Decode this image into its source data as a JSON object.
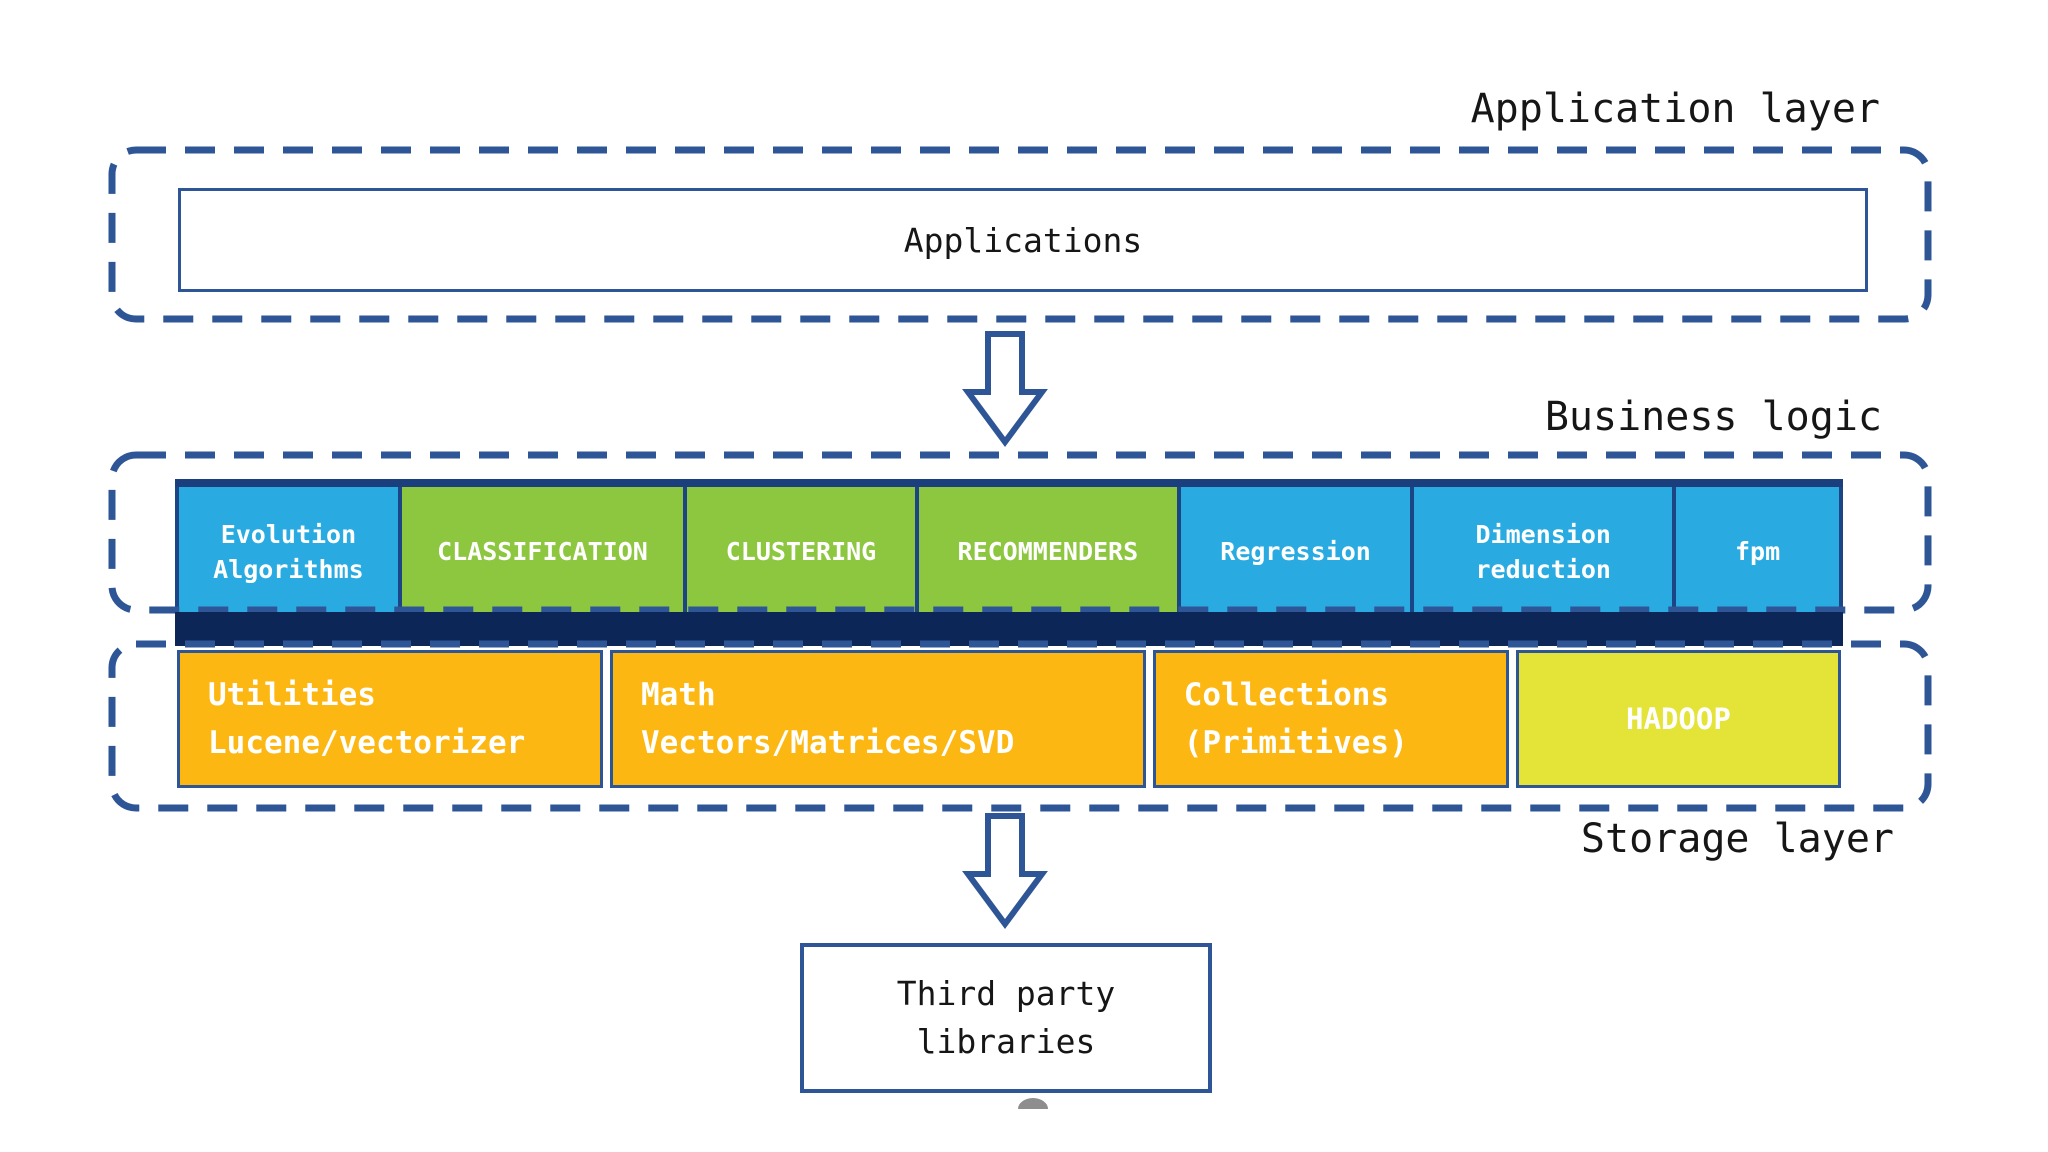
{
  "labels": {
    "application_layer": "Application layer",
    "business_logic": "Business logic",
    "storage_layer": "Storage layer"
  },
  "application": {
    "box_label": "Applications"
  },
  "business": {
    "boxes": [
      {
        "label": "Evolution Algorithms",
        "color": "#29ABE2"
      },
      {
        "label": "CLASSIFICATION",
        "color": "#8DC63F"
      },
      {
        "label": "CLUSTERING",
        "color": "#8DC63F"
      },
      {
        "label": "RECOMMENDERS",
        "color": "#8DC63F"
      },
      {
        "label": "Regression",
        "color": "#29ABE2"
      },
      {
        "label": "Dimension reduction",
        "color": "#29ABE2"
      },
      {
        "label": "fpm",
        "color": "#29ABE2"
      }
    ]
  },
  "storage": {
    "boxes": [
      {
        "line1": "Utilities",
        "line2": "Lucene/vectorizer",
        "color": "#FCB712"
      },
      {
        "line1": "Math",
        "line2": "Vectors/Matrices/SVD",
        "color": "#FCB712"
      },
      {
        "line1": "Collections",
        "line2": "(Primitives)",
        "color": "#FCB712"
      },
      {
        "line1": "HADOOP",
        "line2": "",
        "color": "#E3E338"
      }
    ]
  },
  "third_party": {
    "line1": "Third party",
    "line2": "libraries"
  },
  "colors": {
    "dashed_border": "#2E5596",
    "solid_border": "#2E5596",
    "separator_navy": "#1C4585",
    "navy_bar": "#0D2658",
    "top_strip": "#1B3E7D",
    "box_blue": "#29ABE2",
    "box_green": "#8DC63F",
    "box_orange": "#FCB712",
    "box_yellow": "#E3E338",
    "label_text": "#161616",
    "box_text": "#FFFFFF",
    "background": "#FFFFFF"
  }
}
